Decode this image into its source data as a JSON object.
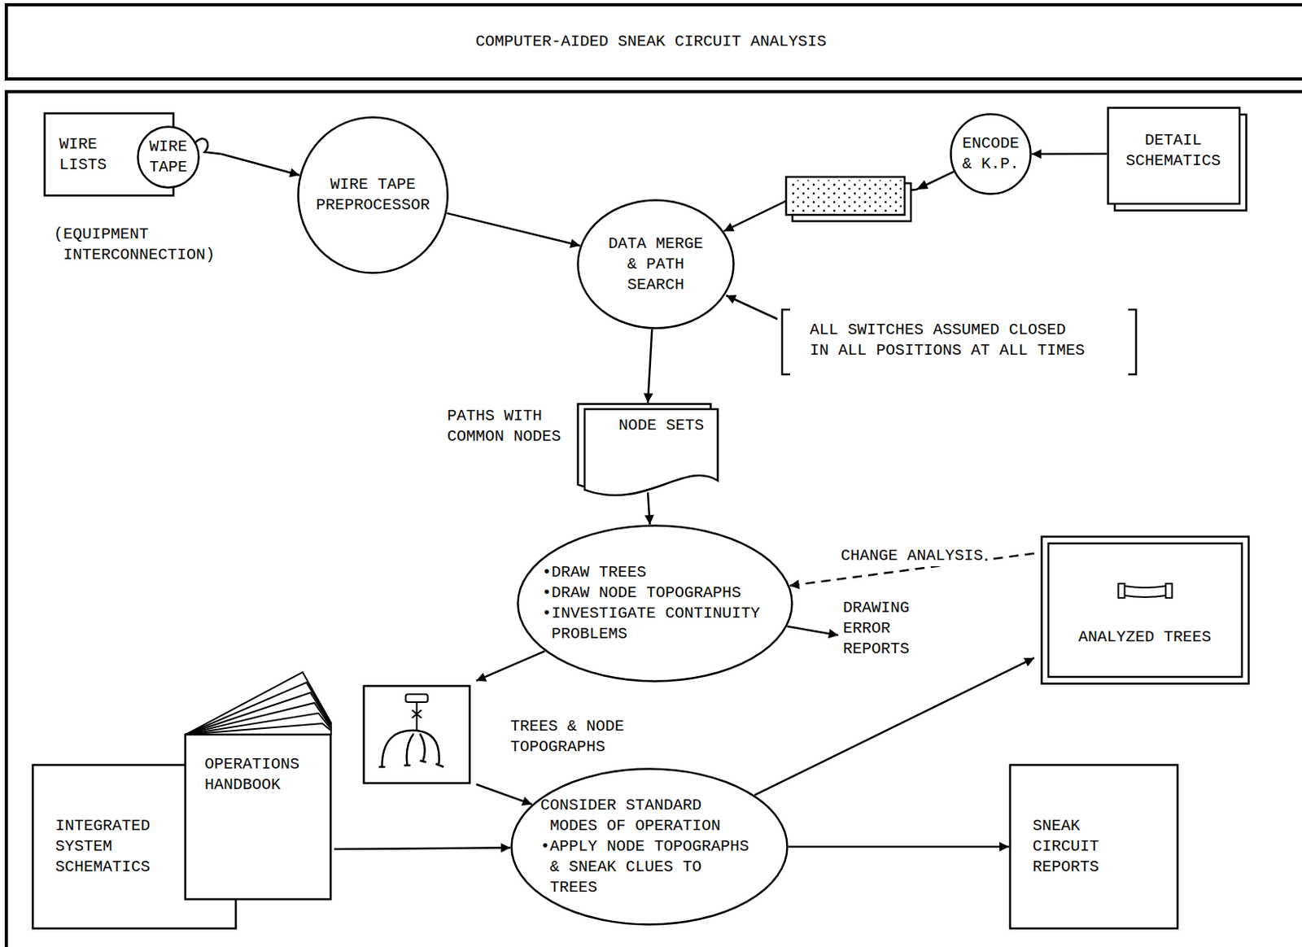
{
  "diagram": {
    "title": "COMPUTER-AIDED SNEAK CIRCUIT ANALYSIS",
    "nodes": [
      {
        "text": [
          "WIRE LISTS"
        ]
      },
      {
        "text": [
          "WIRE TAPE"
        ]
      },
      {
        "text": [
          "WIRE TAPE PREPROCESSOR"
        ]
      },
      {
        "text": [
          "ENCODE & K.P."
        ]
      },
      {
        "text": [
          "DETAIL SCHEMATICS"
        ]
      },
      {
        "text": [
          "DATA MERGE & PATH SEARCH"
        ]
      },
      {
        "text": [
          "PATHS WITH COMMON NODES",
          "NODE SETS"
        ]
      },
      {
        "text": [
          "•DRAW TREES",
          "•DRAW NODE TOPOGRAPHS",
          "•INVESTIGATE CONTINUITY PROBLEMS"
        ]
      },
      {
        "text": [
          "DRAWING ERROR REPORTS"
        ]
      },
      {
        "text": [
          "ANALYZED TREES"
        ]
      },
      {
        "text": [
          "TREES & NODE TOPOGRAPHS"
        ]
      },
      {
        "text": [
          "INTEGRATED SYSTEM SCHEMATICS"
        ]
      },
      {
        "text": [
          "OPERATIONS HANDBOOK"
        ]
      },
      {
        "text": [
          "CONSIDER STANDARD MODES OF OPERATION",
          "•APPLY NODE TOPOGRAPHS & SNEAK CLUES TO TREES"
        ]
      },
      {
        "text": [
          "SNEAK CIRCUIT REPORTS"
        ]
      }
    ],
    "edges": [
      {
        "from": 1,
        "to": 2,
        "arrow": "to"
      },
      {
        "from": 2,
        "to": 5,
        "arrow": "to"
      },
      {
        "from": 4,
        "to": 3,
        "arrow": "to"
      },
      {
        "from": 3,
        "to": 5,
        "arrow": "to"
      },
      {
        "from": 5,
        "to": 6,
        "arrow": "to"
      },
      {
        "from": 6,
        "to": 7,
        "arrow": "to"
      },
      {
        "from": 9,
        "to": 7,
        "label": "CHANGE ANALYSIS",
        "arrow": "to"
      },
      {
        "from": 7,
        "to": 8,
        "arrow": "to"
      },
      {
        "from": 7,
        "to": 10,
        "arrow": "to"
      },
      {
        "from": 10,
        "to": 13,
        "arrow": "to"
      },
      {
        "from": 12,
        "to": 13,
        "arrow": "to"
      },
      {
        "from": 13,
        "to": 9,
        "arrow": "to"
      },
      {
        "from": 13,
        "to": 14,
        "arrow": "to"
      }
    ],
    "labels": [
      "(EQUIPMENT INTERCONNECTION)",
      "ALL SWITCHES ASSUMED CLOSED IN ALL POSITIONS AT ALL TIMES"
    ]
  }
}
